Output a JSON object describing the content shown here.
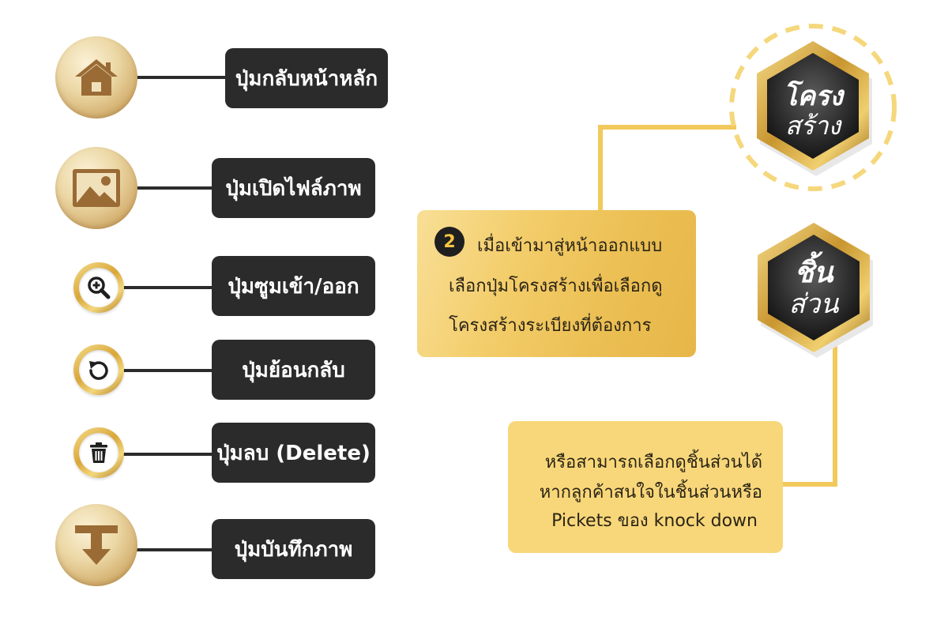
{
  "buttons": [
    {
      "label": "ปุ่มกลับหน้าหลัก",
      "icon": "home-icon"
    },
    {
      "label": "ปุ่มเปิดไฟล์ภาพ",
      "icon": "image-icon"
    },
    {
      "label": "ปุ่มซูมเข้า/ออก",
      "icon": "zoom-in-icon"
    },
    {
      "label": "ปุ่มย้อนกลับ",
      "icon": "undo-icon"
    },
    {
      "label": "ปุ่มลบ (Delete)",
      "icon": "trash-icon"
    },
    {
      "label": "ปุ่มบันทึกภาพ",
      "icon": "download-icon"
    }
  ],
  "step": {
    "number": "2",
    "lines": [
      "เมื่อเข้ามาสู่หน้าออกแบบ",
      "เลือกปุ่มโครงสร้างเพื่อเลือกดู",
      "โครงสร้างระเบียงที่ต้องการ"
    ]
  },
  "structure_badge": {
    "line1": "โครง",
    "line2": "สร้าง"
  },
  "parts_badge": {
    "line1": "ชิ้น",
    "line2": "ส่วน"
  },
  "parts_note": {
    "lines": [
      "หรือสามารถเลือกดูชิ้นส่วนได้",
      "หากลูกค้าสนใจในชิ้นส่วนหรือ",
      "Pickets ของ knock down"
    ]
  },
  "colors": {
    "dark": "#2b2b2b",
    "gold": "#f1c95c",
    "brown": "#9a6b35"
  }
}
